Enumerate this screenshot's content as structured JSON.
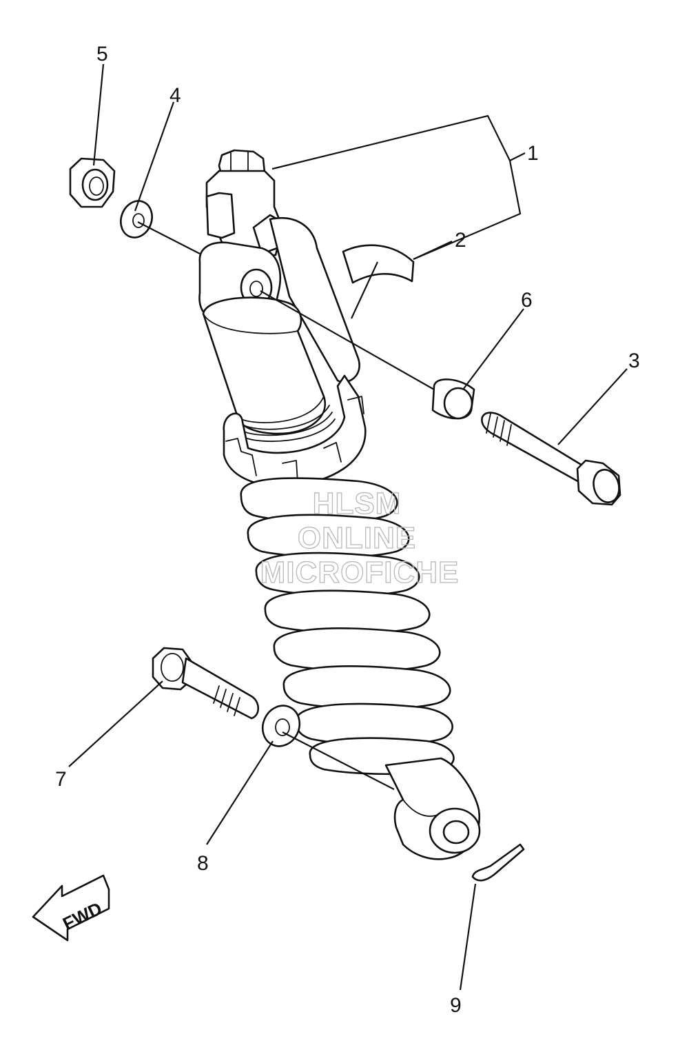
{
  "callouts": [
    {
      "id": "1",
      "label": "1"
    },
    {
      "id": "2",
      "label": "2"
    },
    {
      "id": "3",
      "label": "3"
    },
    {
      "id": "4",
      "label": "4"
    },
    {
      "id": "5",
      "label": "5"
    },
    {
      "id": "6",
      "label": "6"
    },
    {
      "id": "7",
      "label": "7"
    },
    {
      "id": "8",
      "label": "8"
    },
    {
      "id": "9",
      "label": "9"
    }
  ],
  "watermark": [
    "HLSM",
    "ONLINE",
    "MICROFICHE"
  ],
  "direction_label": "FWD"
}
